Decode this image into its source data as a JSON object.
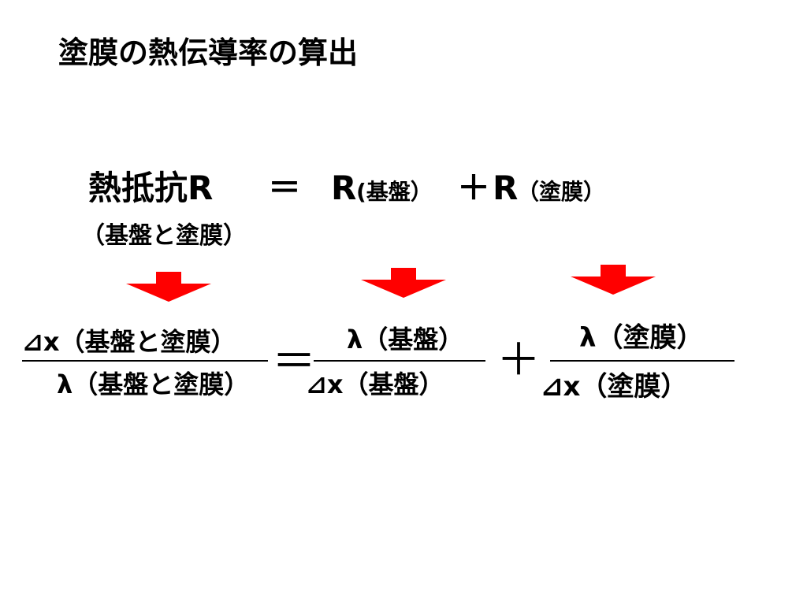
{
  "slide": {
    "title": "塗膜の熱伝導率の算出"
  },
  "equation": {
    "lhs": "熱抵抗R",
    "lhs_sub": "（基盤と塗膜）",
    "equals": "＝",
    "r1": "R",
    "r1_paren": "(基盤）",
    "plus": "＋",
    "r2": "R",
    "r2_paren": "（塗膜）"
  },
  "arrows": {
    "color": "#ff0000"
  },
  "fractions": {
    "left": {
      "numerator": "⊿x（基盤と塗膜）",
      "denominator": "λ（基盤と塗膜）"
    },
    "equals": "＝",
    "middle": {
      "numerator": "λ（基盤）",
      "denominator": "⊿x（基盤）"
    },
    "plus": "＋",
    "right": {
      "numerator": "λ（塗膜）",
      "denominator": "⊿x（塗膜）"
    }
  }
}
